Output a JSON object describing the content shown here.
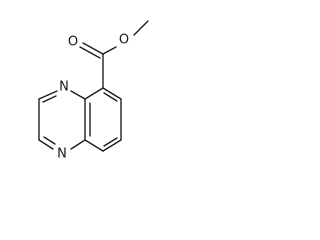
{
  "molecule": {
    "atoms": {
      "n_top": "N",
      "n_bottom": "N",
      "o_carbonyl": "O",
      "o_ether": "O"
    },
    "colors": {
      "bond": "#1a1a1a",
      "background": "#ffffff"
    }
  }
}
